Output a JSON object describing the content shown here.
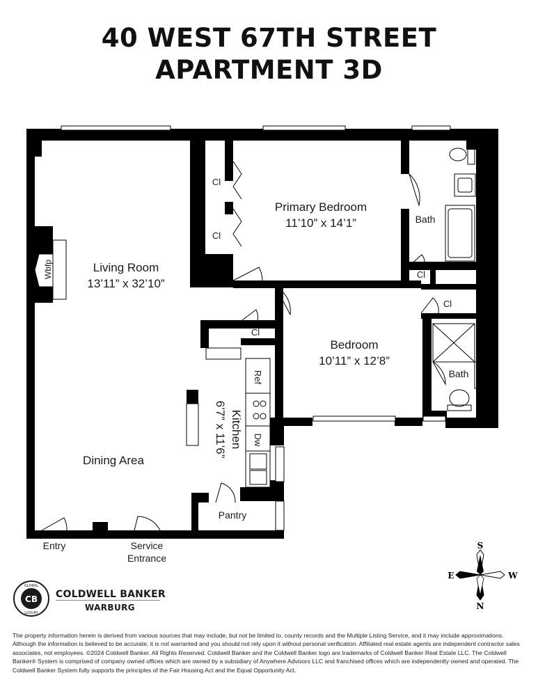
{
  "title": {
    "line1": "40 WEST 67TH STREET",
    "line2": "APARTMENT 3D"
  },
  "rooms": {
    "living_room": {
      "name": "Living Room",
      "size": "13’11” x 32’10”"
    },
    "primary_bedroom": {
      "name": "Primary Bedroom",
      "size": "11’10” x 14’1”"
    },
    "bedroom": {
      "name": "Bedroom",
      "size": "10’11” x 12’8”"
    },
    "kitchen": {
      "name": "Kitchen",
      "size": "6’7” x 11’6”"
    },
    "dining_area": {
      "name": "Dining Area"
    },
    "bath_1": "Bath",
    "bath_2": "Bath",
    "pantry": "Pantry"
  },
  "closets": {
    "cl_1": "Cl",
    "cl_2": "Cl",
    "cl_3": "Cl",
    "cl_4": "Cl",
    "cl_5": "Cl"
  },
  "fixtures": {
    "fireplace": "Wbfp",
    "refrigerator": "Ref",
    "dishwasher": "Dw"
  },
  "entrances": {
    "entry": "Entry",
    "service_line1": "Service",
    "service_line2": "Entrance"
  },
  "compass": {
    "s": "S",
    "e": "E",
    "w": "W",
    "n": "N"
  },
  "brand": {
    "line1": "COLDWELL BANKER",
    "line2": "WARBURG",
    "seal_top": "GLOBAL",
    "seal_bottom": "LUXURY",
    "seal_mark": "CB"
  },
  "disclaimer": "The property information herein is derived from various sources that may include, but not be limited to, county records and the Multiple Listing Service, and it may include approximations. Although the information is believed to be accurate, it is not warranted and you should not rely upon it without personal verification. Affiliated real estate agents are independent contractor sales associates, not employees. ©2024 Coldwell Banker. All Rights Reserved. Coldwell Banker and the Coldwell Banker logo are trademarks of Coldwell Banker Real Estate LLC. The Coldwell Banker® System is comprised of company owned offices which are owned by a subsidiary of Anywhere Advisors LLC and franchised offices which are independently owned and operated. The Coldwell Banker System fully supports the principles of the Fair Housing Act and the Equal Opportunity Act."
}
